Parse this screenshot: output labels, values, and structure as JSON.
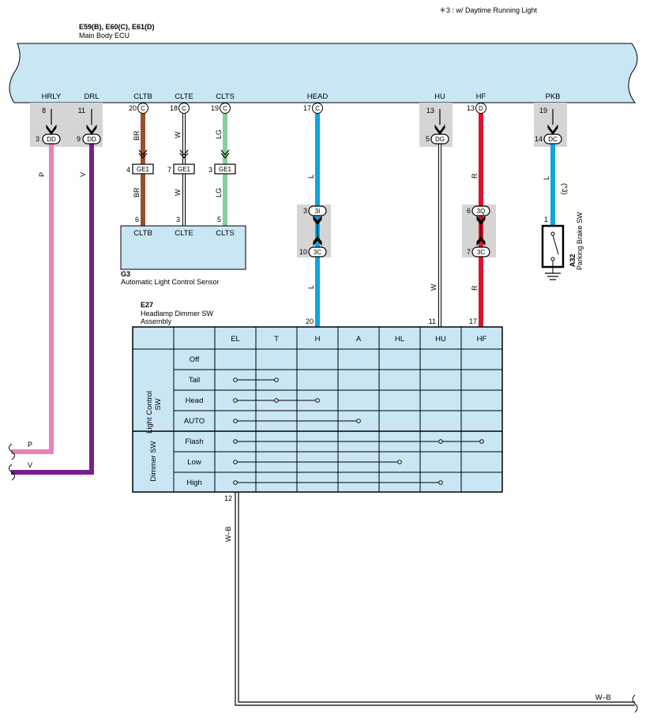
{
  "note": "＊3 : w/ Daytime Running Light",
  "ecu": {
    "code": "E59(B), E60(C), E61(D)",
    "name": "Main Body ECU",
    "pins": [
      {
        "label": "HRLY",
        "num": "8",
        "conn": "",
        "jnum": "3",
        "jconn": "DD"
      },
      {
        "label": "DRL",
        "num": "11",
        "conn": "",
        "jnum": "9",
        "jconn": "DD"
      },
      {
        "label": "CLTB",
        "num": "20",
        "conn": "C"
      },
      {
        "label": "CLTE",
        "num": "18",
        "conn": "C"
      },
      {
        "label": "CLTS",
        "num": "19",
        "conn": "C"
      },
      {
        "label": "HEAD",
        "num": "17",
        "conn": "C"
      },
      {
        "label": "HU",
        "num": "13",
        "conn": "",
        "jnum": "5",
        "jconn": "DG"
      },
      {
        "label": "HF",
        "num": "13",
        "conn": "D"
      },
      {
        "label": "PKB",
        "num": "19",
        "conn": "",
        "jnum": "14",
        "jconn": "DC"
      }
    ]
  },
  "wires": {
    "hrly": "P",
    "drl": "V",
    "cltb_top": "BR",
    "cltb_bot": "BR",
    "clte_top": "W",
    "clte_bot": "W",
    "clts_top": "LG",
    "clts_bot": "LG",
    "head_top": "L",
    "head_bot": "L",
    "hu": "W",
    "hf_top": "R",
    "hf_bot": "R",
    "pkb": "L",
    "pkb_note": "(*3)",
    "ground": "W–B",
    "ground_end": "W–B"
  },
  "ge1": {
    "conn": "GE1",
    "pins": [
      "4",
      "7",
      "3"
    ]
  },
  "g3": {
    "code": "G3",
    "name": "Automatic Light Control Sensor",
    "pin_nums": [
      "6",
      "3",
      "5"
    ],
    "pin_labels": [
      "CLTB",
      "CLTE",
      "CLTS"
    ]
  },
  "joints": {
    "head_top_num": "3",
    "head_top_conn": "3I",
    "head_bot_num": "10",
    "head_bot_conn": "3C",
    "hf_top_num": "6",
    "hf_top_conn": "3Q",
    "hf_bot_num": "7",
    "hf_bot_conn": "3C"
  },
  "a32": {
    "code": "A32",
    "name": "Parking Brake SW",
    "pin": "1"
  },
  "e27": {
    "code": "E27",
    "name_line1": "Headlamp Dimmer SW",
    "name_line2": "Assembly",
    "pins": [
      "20",
      "11",
      "17",
      "12"
    ],
    "columns": [
      "EL",
      "T",
      "H",
      "A",
      "HL",
      "HU",
      "HF"
    ],
    "group1": "Light Control SW",
    "group1_line1": "Light Control",
    "group1_line2": "SW",
    "group2": "Dimmer SW",
    "rows": [
      "Off",
      "Tail",
      "Head",
      "AUTO",
      "Flash",
      "Low",
      "High"
    ]
  },
  "left_labels": {
    "p": "P",
    "v": "V"
  },
  "colors": {
    "ecu_fill": "#c9e6f5",
    "table_fill": "#c9e6f5",
    "joint_gray": "#d5d5d5",
    "pink": "#e882b8",
    "violet": "#7a1f8c",
    "brown": "#9c4e2c",
    "light_green": "#86cf95",
    "blue": "#0ea5e0",
    "red": "#e0102a"
  }
}
